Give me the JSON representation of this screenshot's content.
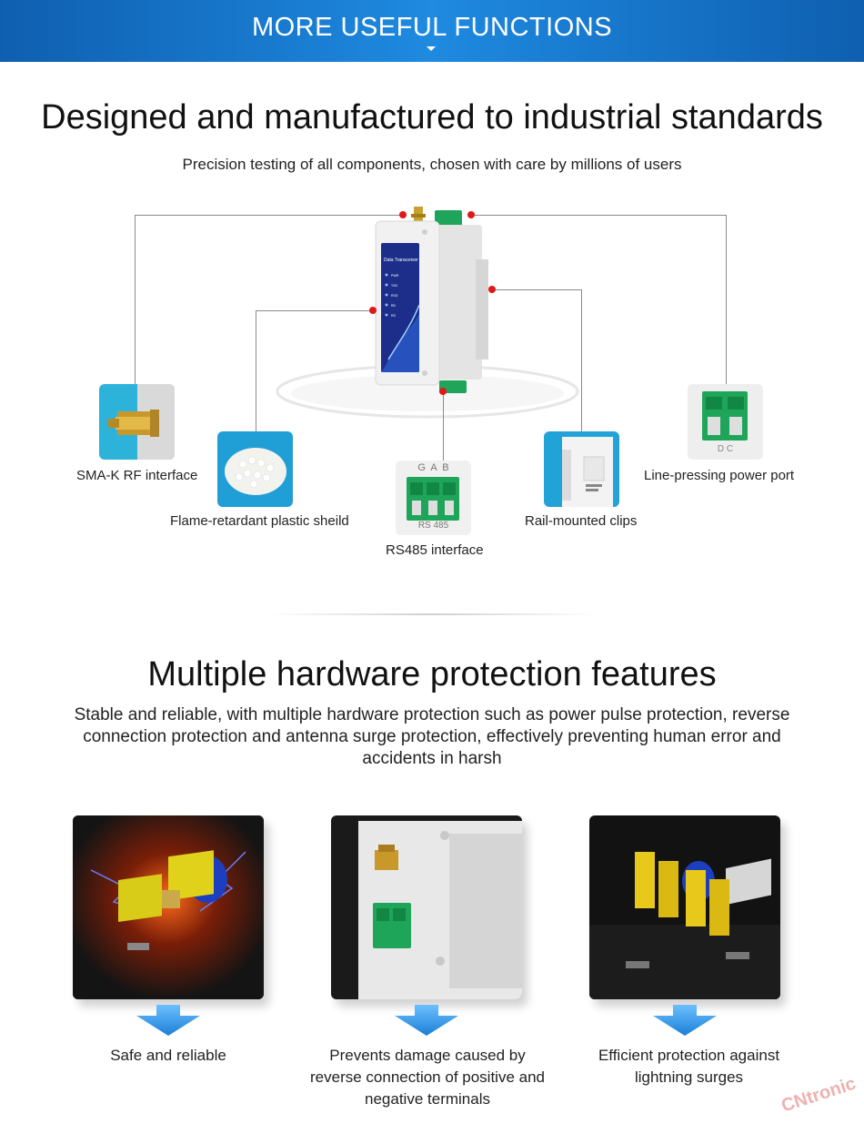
{
  "banner": {
    "title": "MORE USEFUL FUNCTIONS"
  },
  "section1": {
    "title": "Designed and manufactured to industrial standards",
    "subtitle": "Precision testing of all components, chosen with care by millions of users",
    "device": {
      "label": "Data Transceiver",
      "leds": [
        "PWR",
        "TXD",
        "RXD",
        "RD",
        "RS"
      ]
    },
    "features": [
      {
        "label": "SMA-K RF interface"
      },
      {
        "label": "Flame-retardant plastic sheild"
      },
      {
        "label": "RS485 interface",
        "image_text": "G  A  B",
        "image_sub": "RS 485"
      },
      {
        "label": "Rail-mounted clips"
      },
      {
        "label": "Line-pressing power port",
        "image_text": "D C"
      }
    ]
  },
  "section2": {
    "title": "Multiple hardware protection features",
    "description": "Stable and reliable, with multiple hardware protection such as power pulse protection, reverse connection protection and antenna surge protection, effectively preventing human error and accidents in harsh",
    "cards": [
      {
        "caption": "Safe and reliable"
      },
      {
        "caption": "Prevents damage caused by reverse connection of positive and negative terminals"
      },
      {
        "caption": "Efficient protection against lightning surges"
      }
    ]
  },
  "watermark": "CNtronic",
  "colors": {
    "banner": "#1a7fd4",
    "marker": "#e01818",
    "terminal_green": "#1fa55a",
    "arrow_blue": "#2a90e0"
  }
}
